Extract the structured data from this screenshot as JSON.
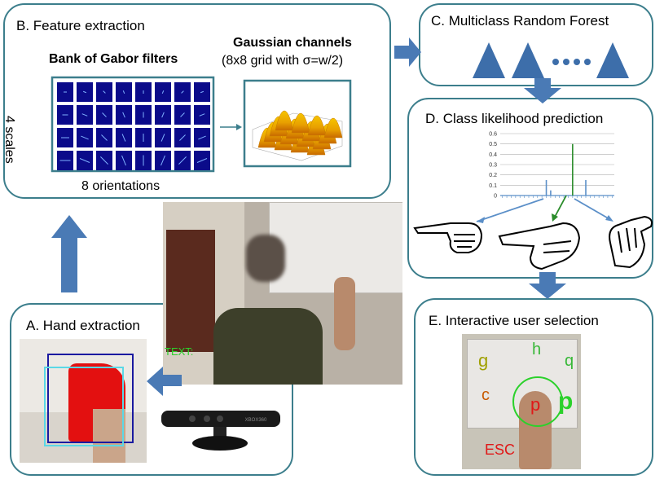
{
  "panels": {
    "feature": {
      "title": "B. Feature extraction",
      "gabor_title": "Bank of Gabor filters",
      "scales_label": "4 scales",
      "orientations_label": "8 orientations",
      "gaussian_title": "Gaussian channels",
      "gaussian_sub": "(8x8 grid with σ=w/2)"
    },
    "forest": {
      "title": "C. Multiclass Random Forest"
    },
    "likelihood": {
      "title": "D. Class likelihood prediction"
    },
    "hand": {
      "title": "A. Hand extraction"
    },
    "interactive": {
      "title": "E. Interactive user selection",
      "letters": [
        "g",
        "h",
        "q",
        "c",
        "p",
        "p"
      ],
      "esc": "ESC"
    }
  },
  "camera": {
    "text_overlay": "TEXT:"
  },
  "kinect_brand": "XBOX360",
  "colors": {
    "panel_border": "#3c7e8c",
    "arrow_fill": "#4a7ab5",
    "tree_fill": "#3d6eaa"
  },
  "chart_data": {
    "type": "bar",
    "y_ticks": [
      "0",
      "0.1",
      "0.2",
      "0.3",
      "0.4",
      "0.5",
      "0.6"
    ],
    "ylim": [
      0,
      0.6
    ],
    "n_bins": 26,
    "values": [
      0,
      0,
      0,
      0,
      0,
      0,
      0,
      0,
      0,
      0,
      0.15,
      0.05,
      0,
      0,
      0,
      0,
      0.5,
      0,
      0,
      0.15,
      0,
      0,
      0,
      0,
      0,
      0
    ],
    "highlight_index": 16
  }
}
